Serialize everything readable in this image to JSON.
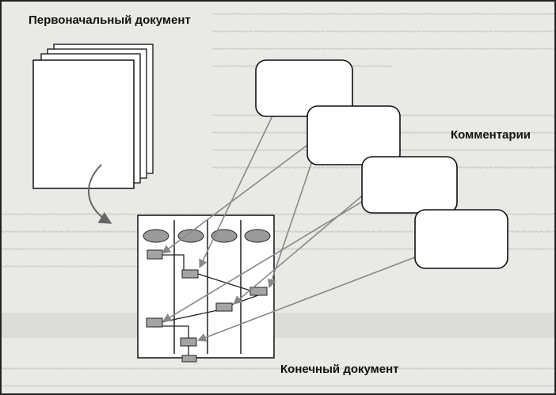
{
  "labels": {
    "source_document": "Первоначальный документ",
    "comments": "Комментарии",
    "final_document": "Конечный документ"
  },
  "colors": {
    "paper": "#ffffff",
    "ink": "#111111",
    "oval_fill": "#9a9a9a",
    "box_fill": "#a4a4a4",
    "arrow": "#888888",
    "background": "#e9e9e6"
  },
  "diagram": {
    "page_stack_count": 4,
    "comment_count": 4,
    "swimlane_count": 4
  }
}
